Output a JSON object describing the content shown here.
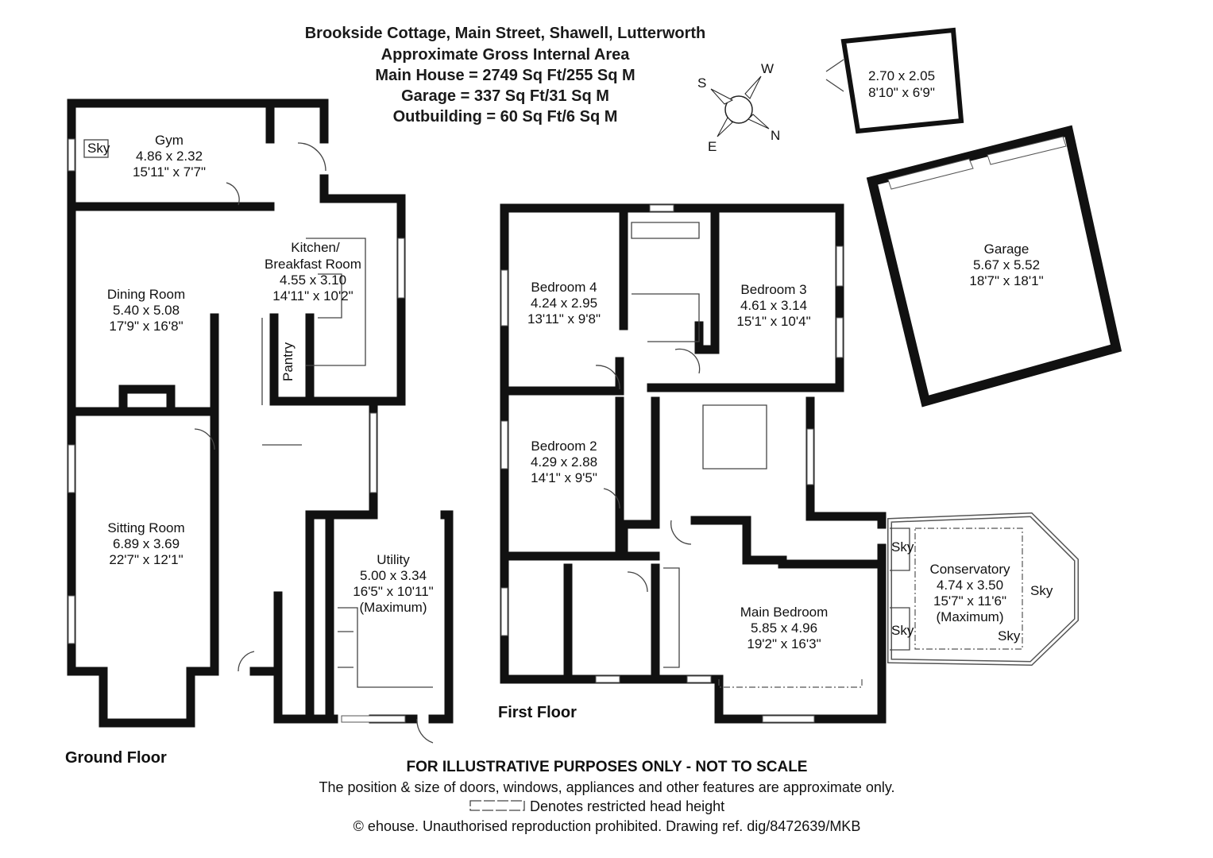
{
  "header": {
    "title": "Brookside Cottage, Main Street, Shawell, Lutterworth",
    "subtitle": "Approximate Gross Internal Area",
    "main_house": "Main House = 2749 Sq Ft/255 Sq M",
    "garage": "Garage = 337 Sq Ft/31 Sq M",
    "outbuilding": "Outbuilding = 60 Sq Ft/6 Sq M"
  },
  "compass": {
    "s": "S",
    "w": "W",
    "e": "E",
    "n": "N"
  },
  "floors": {
    "ground": "Ground Floor",
    "first": "First Floor"
  },
  "rooms": {
    "gym": {
      "name": "Gym",
      "metric": "4.86 x 2.32",
      "imperial": "15'11\" x 7'7\"",
      "sky": "Sky"
    },
    "kitchen": {
      "name1": "Kitchen/",
      "name2": "Breakfast Room",
      "metric": "4.55 x 3.10",
      "imperial": "14'11\" x 10'2\""
    },
    "dining": {
      "name": "Dining Room",
      "metric": "5.40 x 5.08",
      "imperial": "17'9\" x 16'8\""
    },
    "pantry": {
      "name": "Pantry"
    },
    "sitting": {
      "name": "Sitting Room",
      "metric": "6.89 x 3.69",
      "imperial": "22'7\" x 12'1\""
    },
    "utility": {
      "name": "Utility",
      "metric": "5.00 x 3.34",
      "imperial": "16'5\" x 10'11\"",
      "note": "(Maximum)"
    },
    "bedroom4": {
      "name": "Bedroom 4",
      "metric": "4.24 x 2.95",
      "imperial": "13'11\" x 9'8\""
    },
    "bedroom3": {
      "name": "Bedroom 3",
      "metric": "4.61 x 3.14",
      "imperial": "15'1\" x 10'4\""
    },
    "bedroom2": {
      "name": "Bedroom 2",
      "metric": "4.29 x 2.88",
      "imperial": "14'1\" x 9'5\""
    },
    "main_bedroom": {
      "name": "Main Bedroom",
      "metric": "5.85 x 4.96",
      "imperial": "19'2\" x 16'3\""
    },
    "conservatory": {
      "name": "Conservatory",
      "metric": "4.74 x 3.50",
      "imperial": "15'7\" x 11'6\"",
      "note": "(Maximum)",
      "sky": "Sky"
    },
    "garage": {
      "name": "Garage",
      "metric": "5.67 x 5.52",
      "imperial": "18'7\" x 18'1\""
    },
    "outbuilding": {
      "metric": "2.70 x 2.05",
      "imperial": "8'10\" x 6'9\""
    }
  },
  "footer": {
    "disclaimer": "FOR ILLUSTRATIVE PURPOSES ONLY - NOT TO SCALE",
    "note": "The position & size of doors, windows, appliances and other features are approximate only.",
    "legend": "Denotes restricted head height",
    "copyright": "© ehouse. Unauthorised reproduction prohibited. Drawing ref. dig/8472639/MKB"
  }
}
